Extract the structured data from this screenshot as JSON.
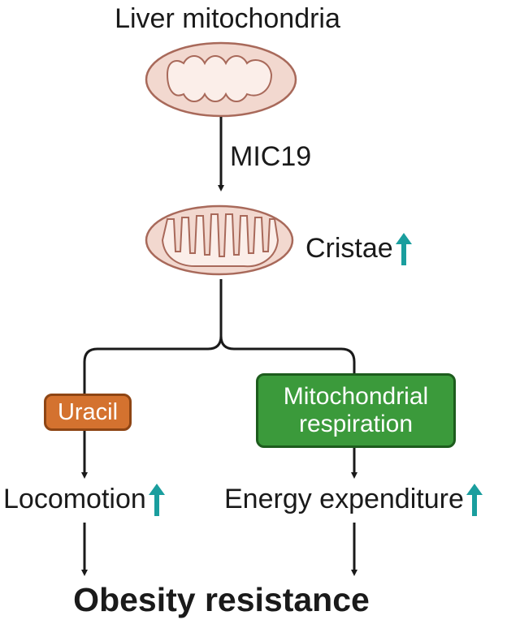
{
  "diagram": {
    "title": "Liver mitochondria",
    "regulator_label": "MIC19",
    "cristae_label": "Cristae",
    "uracil_label": "Uracil",
    "respiration_label_line1": "Mitochondrial",
    "respiration_label_line2": "respiration",
    "locomotion_label": "Locomotion",
    "energy_label": "Energy expenditure",
    "outcome_label": "Obesity resistance"
  },
  "colors": {
    "increase_arrow": "#1a9e9e",
    "uracil_fill": "#d4722f",
    "respiration_fill": "#3b9a3b",
    "mitochondria_fill": "#f2d8cf",
    "mitochondria_stroke": "#a8695a",
    "connector": "#1a1a1a"
  },
  "icons": {
    "top_mitochondrion": "mitochondrion-sparse-cristae-icon",
    "middle_mitochondrion": "mitochondrion-dense-cristae-icon",
    "increase": "up-arrow-icon"
  }
}
